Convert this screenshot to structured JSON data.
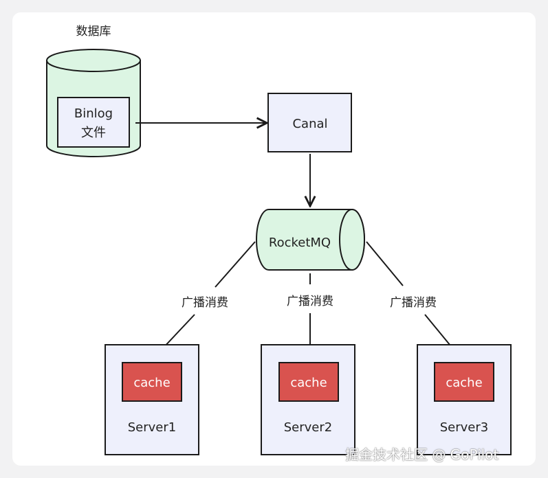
{
  "database": {
    "title": "数据库",
    "file_line1": "Binlog",
    "file_line2": "文件"
  },
  "canal": {
    "label": "Canal"
  },
  "mq": {
    "label": "RocketMQ"
  },
  "edges": {
    "left_label": "广播消费",
    "middle_label": "广播消费",
    "right_label": "广播消费"
  },
  "servers": [
    {
      "name": "Server1",
      "cache": "cache"
    },
    {
      "name": "Server2",
      "cache": "cache"
    },
    {
      "name": "Server3",
      "cache": "cache"
    }
  ],
  "watermark": "掘金技术社区 @ GoPilot",
  "colors": {
    "db_fill": "#dcf5e3",
    "box_fill": "#eef0fc",
    "cache_fill": "#d9534f",
    "stroke": "#1a1a1a"
  }
}
